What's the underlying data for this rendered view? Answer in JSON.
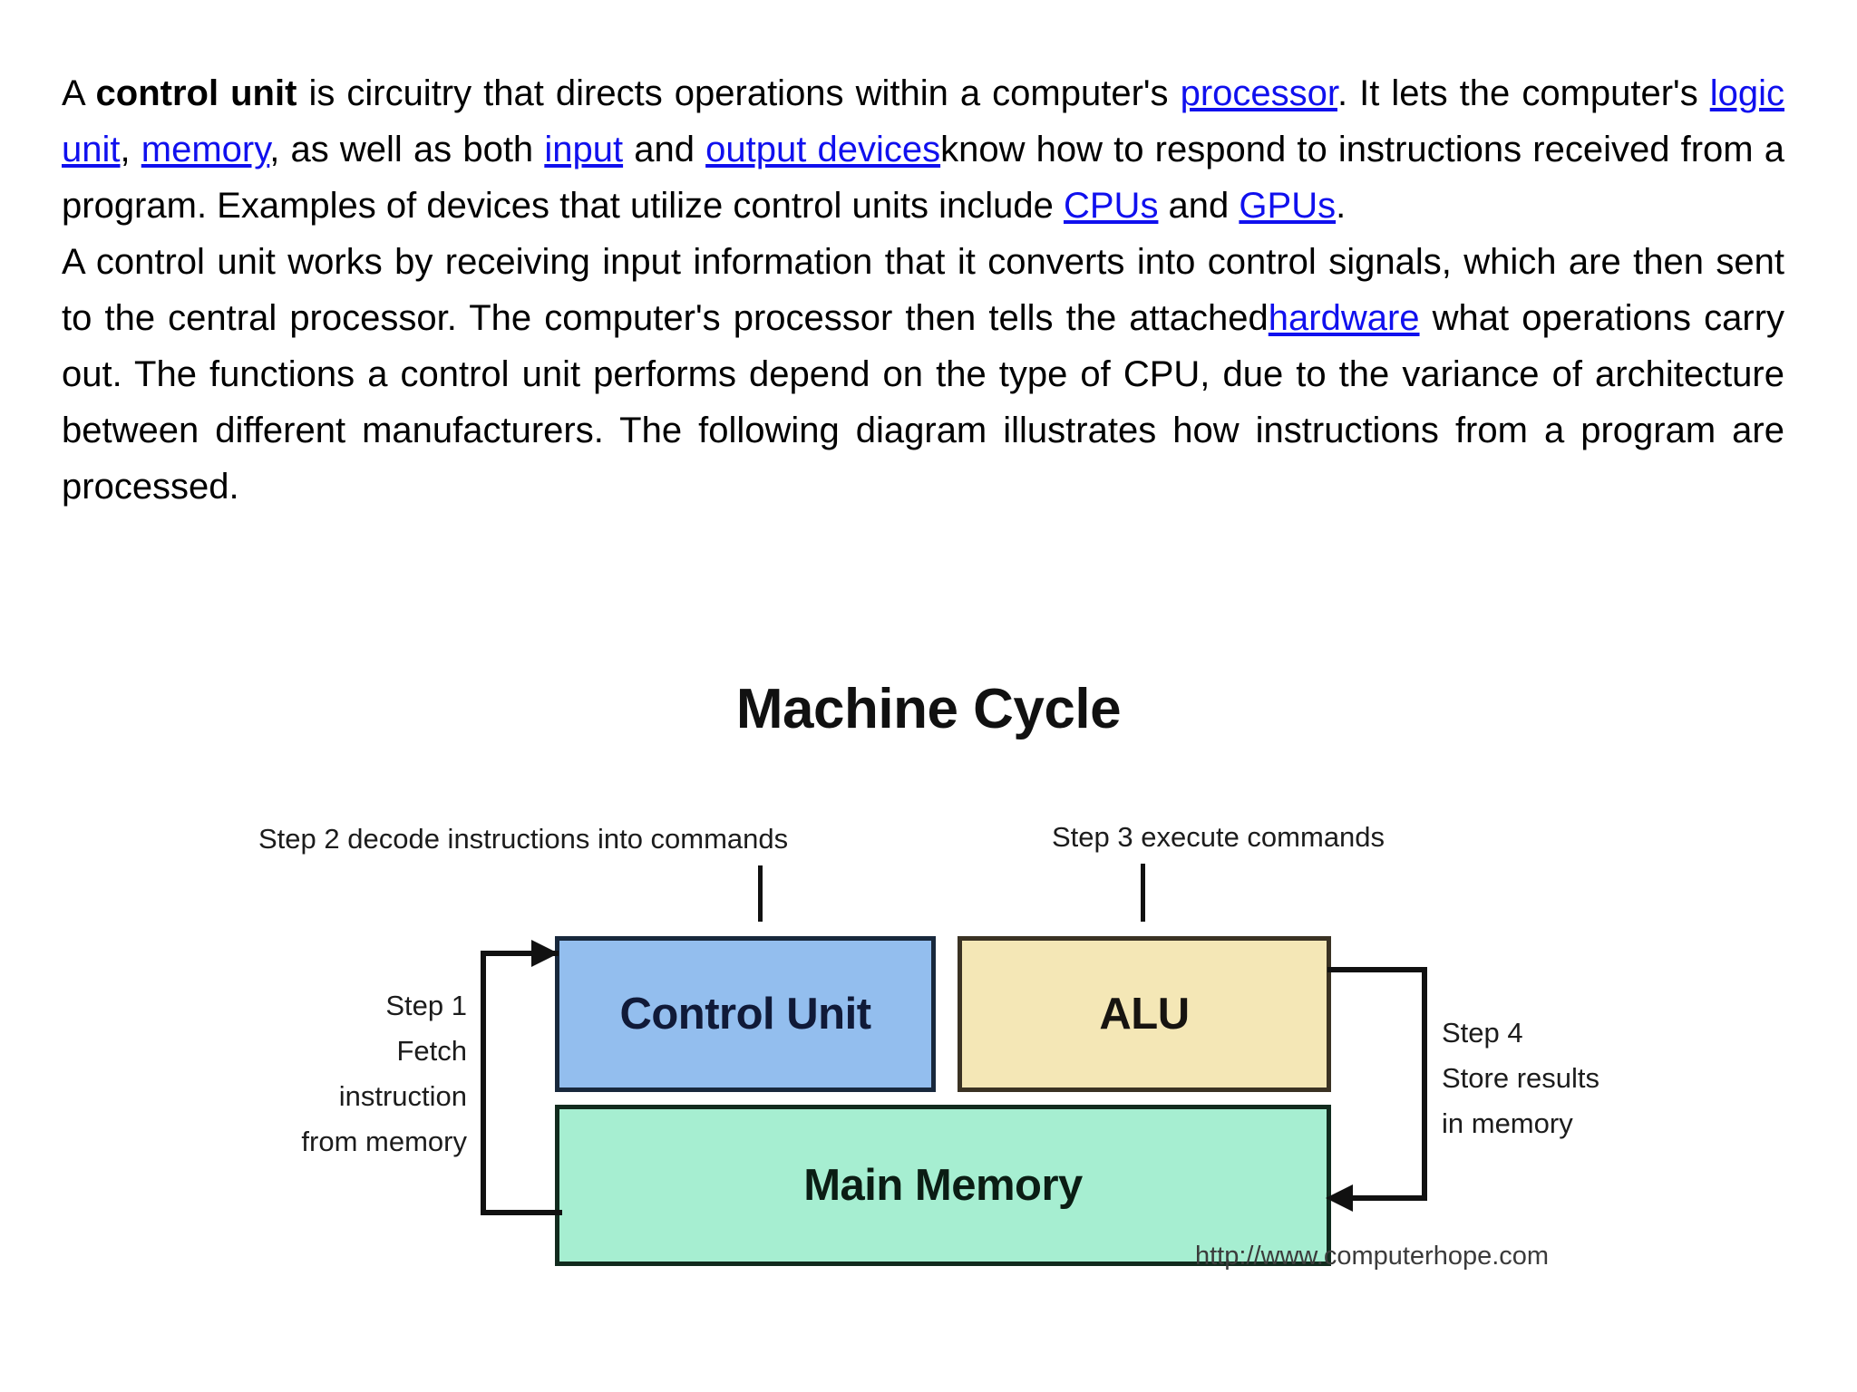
{
  "document": {
    "paragraph1": {
      "seg1": "A ",
      "bold1": "control unit",
      "seg2": " is circuitry that directs operations within a computer's ",
      "link1": "processor",
      "seg3": ". It lets the computer's ",
      "link2": "logic unit",
      "seg4": ", ",
      "link3": "memory",
      "seg5": ", as well as both ",
      "link4": "input",
      "seg6": " and ",
      "link5": "output devices",
      "seg7": "know how to respond to instructions received from a program. Examples of devices that utilize control units include ",
      "link6": "CPUs",
      "seg8": " and ",
      "link7": "GPUs",
      "seg9": "."
    },
    "paragraph2": {
      "seg1": "A control unit works by receiving input information that it converts into control signals, which are then sent to the central processor. The computer's processor then tells the attached",
      "link1": "hardware",
      "seg2": " what operations carry out. The functions a control unit performs depend on the type of CPU, due to the variance of architecture between different manufacturers. The following diagram illustrates how instructions from a program are processed."
    }
  },
  "diagram": {
    "title": "Machine Cycle",
    "step2_label": "Step 2 decode instructions into commands",
    "step3_label": "Step 3 execute commands",
    "step1_label": "Step 1\nFetch\ninstruction\nfrom memory",
    "step4_label": "Step 4\nStore results\nin memory",
    "box_control_unit": "Control Unit",
    "box_alu": "ALU",
    "box_main_memory": "Main Memory",
    "source_url": "http://www.computerhope.com",
    "colors": {
      "control_unit_fill": "#93BEEE",
      "alu_fill": "#F4E7B6",
      "main_memory_fill": "#A6EED1",
      "link": "#1010EE",
      "text": "#000000",
      "wire": "#111111"
    }
  }
}
